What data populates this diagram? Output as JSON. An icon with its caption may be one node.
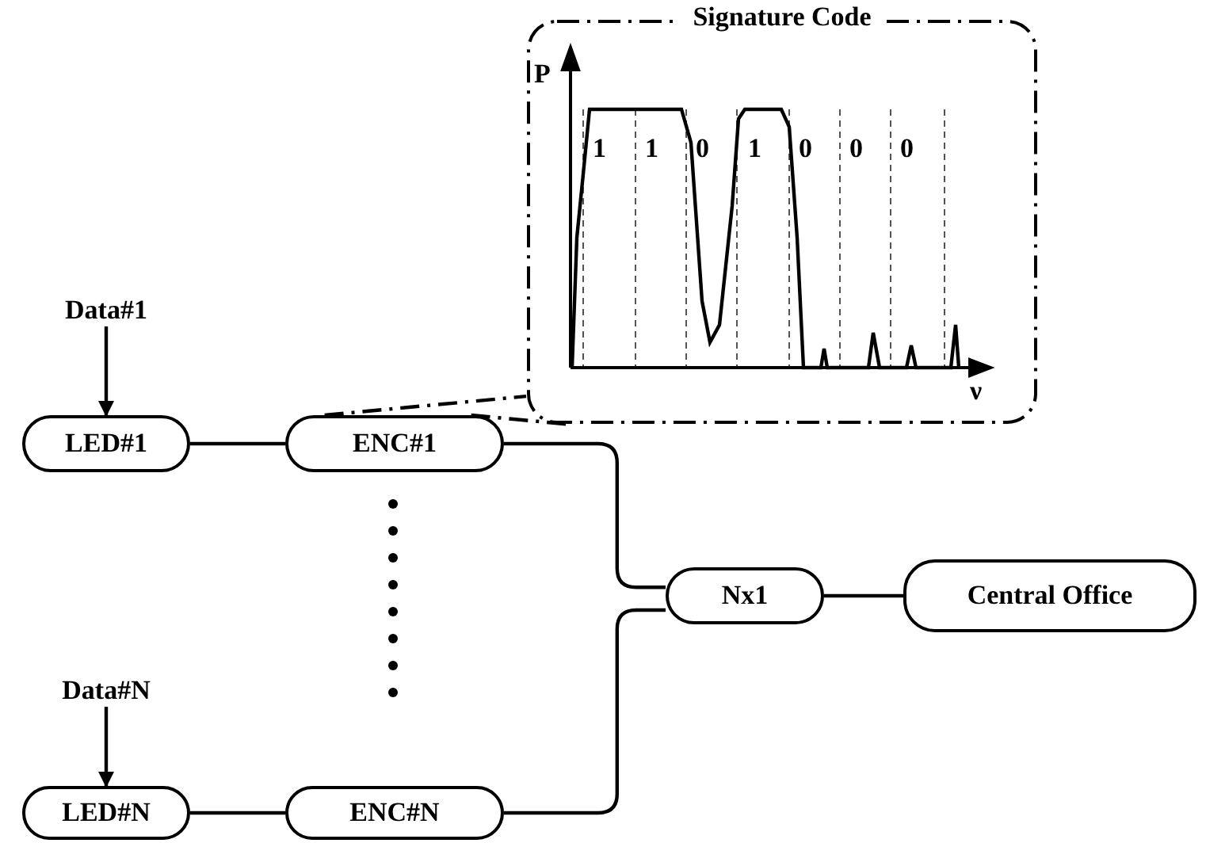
{
  "diagram": {
    "nodes": [
      {
        "text": [
          "Data#1"
        ]
      },
      {
        "text": [
          "LED#1"
        ]
      },
      {
        "text": [
          "ENC#1"
        ]
      },
      {
        "text": [
          "Data#N"
        ]
      },
      {
        "text": [
          "LED#N"
        ]
      },
      {
        "text": [
          "ENC#N"
        ]
      },
      {
        "text": [
          "Nx1"
        ]
      },
      {
        "text": [
          "Central Office"
        ]
      },
      {
        "text": [
          "Signature Code"
        ]
      }
    ],
    "edges": [
      {
        "from": 0,
        "to": 1,
        "arrow": "to"
      },
      {
        "from": 1,
        "to": 2,
        "arrow": "none"
      },
      {
        "from": 2,
        "to": 6,
        "arrow": "none"
      },
      {
        "from": 3,
        "to": 4,
        "arrow": "to"
      },
      {
        "from": 4,
        "to": 5,
        "arrow": "none"
      },
      {
        "from": 5,
        "to": 6,
        "arrow": "none"
      },
      {
        "from": 6,
        "to": 7,
        "arrow": "none"
      },
      {
        "from": 2,
        "to": 8,
        "arrow": "none",
        "style": "dashed"
      },
      {
        "from": 2,
        "to": 8,
        "arrow": "none",
        "style": "dashed"
      }
    ],
    "labels": [
      "P",
      "1",
      "1",
      "0",
      "1",
      "0",
      "0",
      "0",
      "ν"
    ]
  }
}
